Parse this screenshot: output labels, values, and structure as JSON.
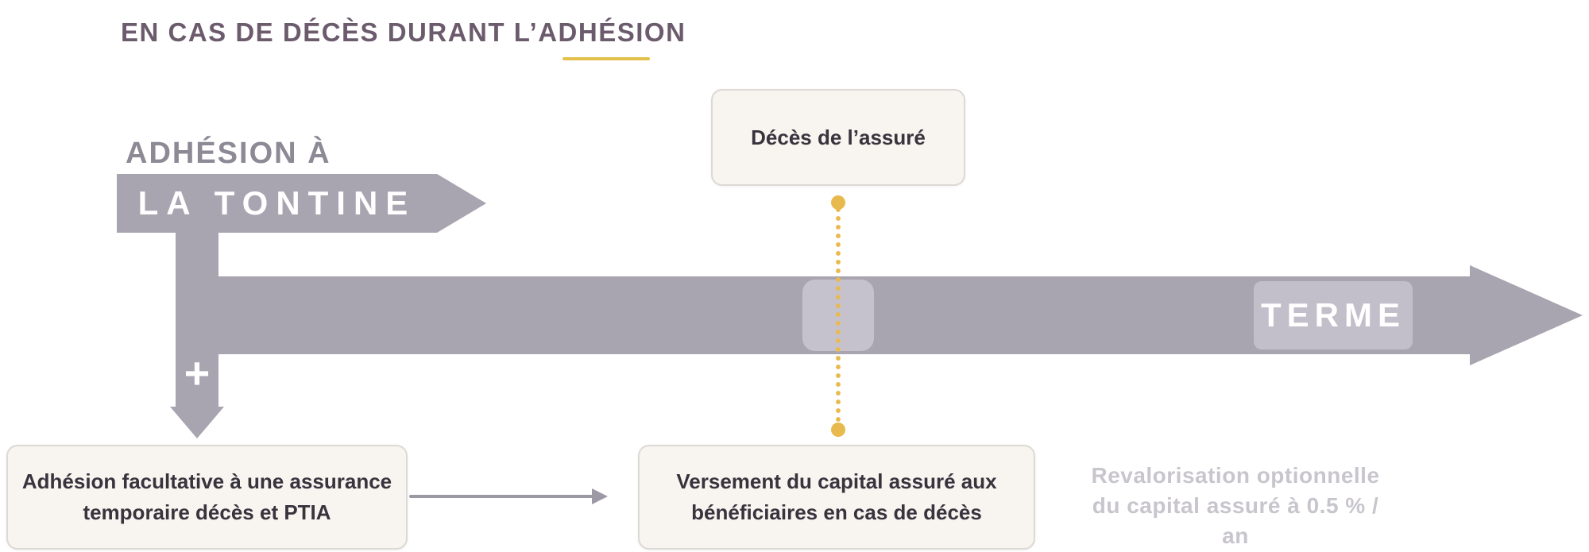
{
  "title": "EN CAS DE DÉCÈS DURANT L’ADHÉSION",
  "timeline": {
    "adhesion_label": "ADHÉSION À",
    "tontine_label": "LA TONTINE",
    "terme_label": "TERME",
    "plus_symbol": "+"
  },
  "boxes": {
    "deces": "Décès de l’assuré",
    "adhesion_facultative": "Adhésion facultative à une assurance temporaire décès et PTIA",
    "versement": "Versement du capital assuré aux bénéficiaires en cas de décès"
  },
  "notes": {
    "revalorisation": "Revalorisation optionnelle du capital assuré à 0.5 % / an"
  },
  "colors": {
    "title": "#6b5b6c",
    "underline": "#e4c04c",
    "arrow_gray": "#a8a4b0",
    "label_gray": "#8d8995",
    "terme_bg": "#c2beca",
    "marker_bg": "#c6c2cd",
    "box_bg": "#f8f4ef",
    "box_border": "#ddd9d4",
    "box_text": "#37343e",
    "dotted": "#e8ba4e",
    "muted_text": "#c8c5cd",
    "connector": "#9c98a4"
  }
}
